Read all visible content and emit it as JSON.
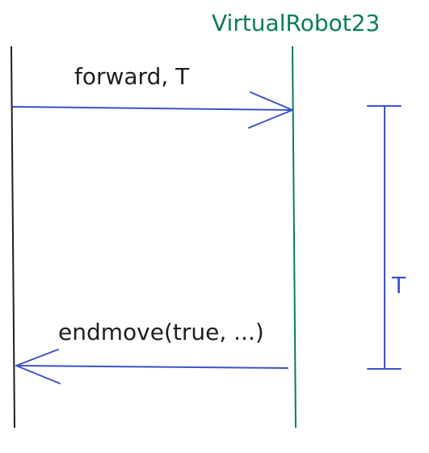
{
  "participant": {
    "name": "VirtualRobot23"
  },
  "messages": [
    {
      "label": "forward, T"
    },
    {
      "label": "endmove(true, ...)"
    }
  ],
  "duration": {
    "label": "T"
  },
  "colors": {
    "participant": "#0b7d55",
    "arrow": "#3f51c9",
    "lifeline": "#1e1e1e",
    "text": "#1e1e1e"
  }
}
